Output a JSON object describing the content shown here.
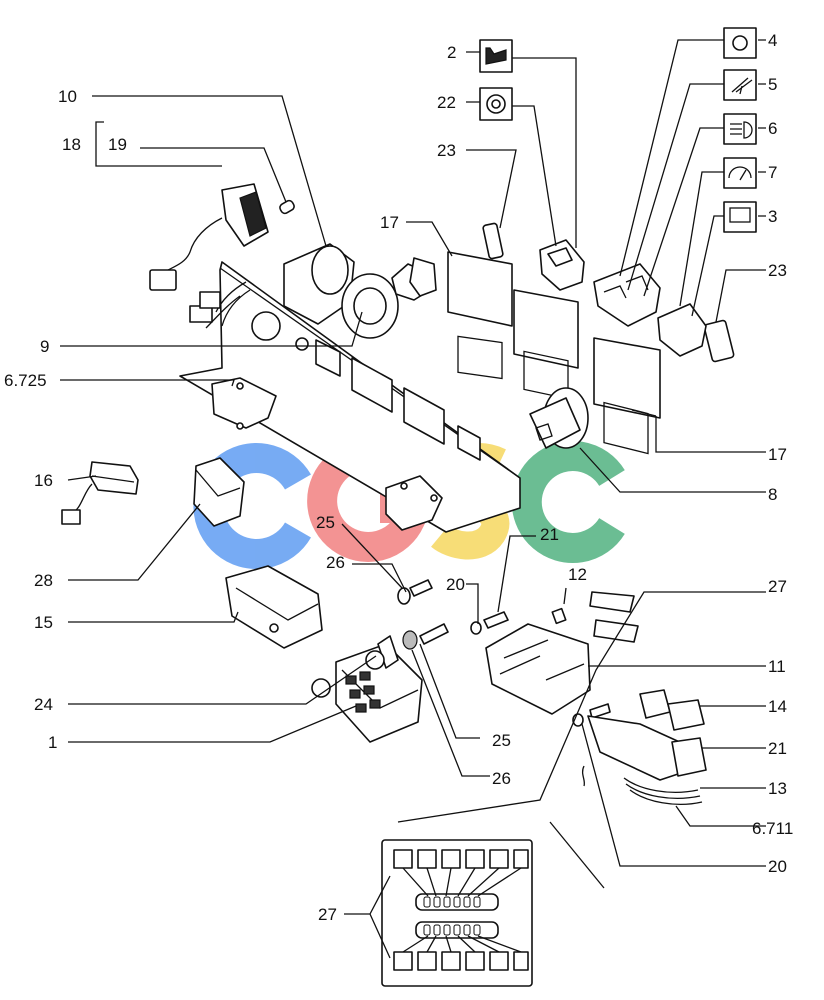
{
  "labels": {
    "l2": "2",
    "l22": "22",
    "l23a": "23",
    "l23b": "23",
    "l4": "4",
    "l5": "5",
    "l6": "6",
    "l7": "7",
    "l3": "3",
    "l10": "10",
    "l18": "18",
    "l19": "19",
    "l17a": "17",
    "l17b": "17",
    "l9": "9",
    "l6725": "6.725",
    "l8": "8",
    "l16": "16",
    "l28": "28",
    "l25a": "25",
    "l25b": "25",
    "l26a": "26",
    "l26b": "26",
    "l15": "15",
    "l24": "24",
    "l1": "1",
    "l20a": "20",
    "l20b": "20",
    "l21a": "21",
    "l21b": "21",
    "l12": "12",
    "l27a": "27",
    "l27b": "27",
    "l11": "11",
    "l14": "14",
    "l13": "13",
    "l6711": "6.711"
  },
  "watermark": {
    "letters": [
      "C",
      "G",
      "S",
      "C"
    ],
    "colors": [
      "#4a8ff0",
      "#f07070",
      "#f5d24a",
      "#3aa870"
    ]
  }
}
